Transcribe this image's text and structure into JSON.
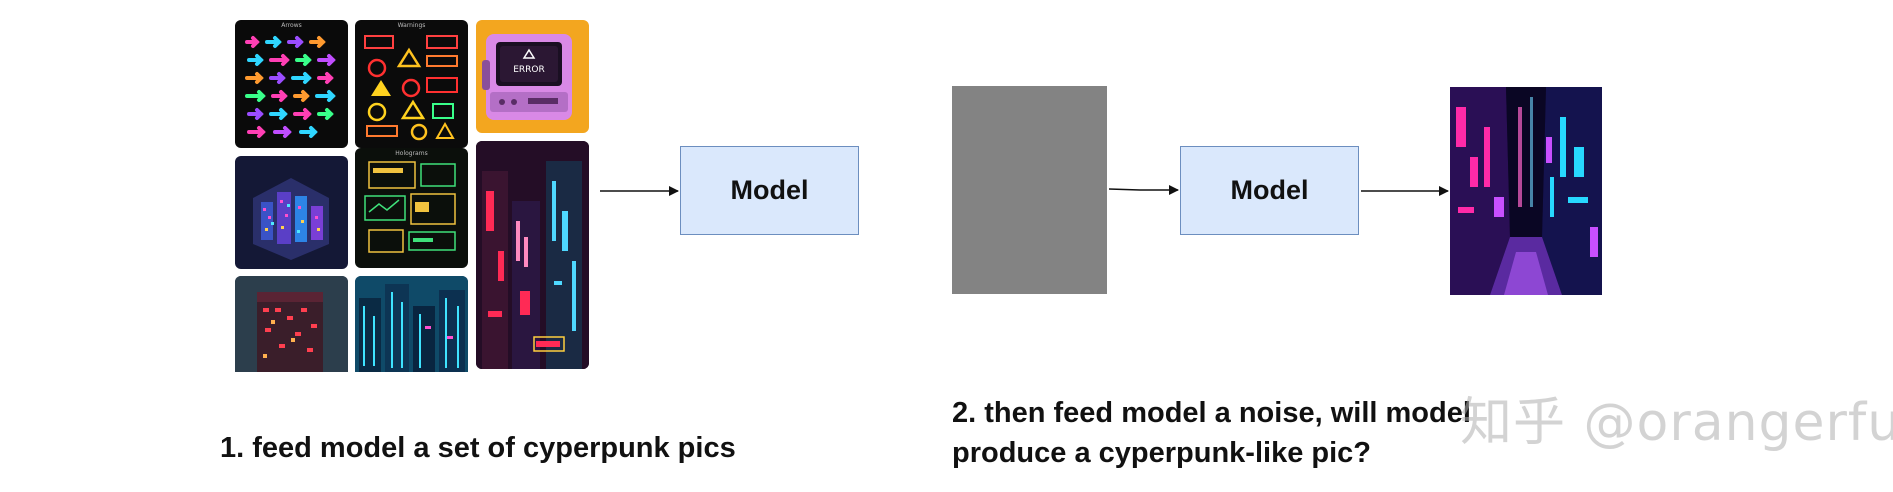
{
  "tiles": {
    "arrows_title": "Arrows",
    "warnings_title": "Warnings",
    "holograms_title": "Holograms",
    "monitor_screen_text": "ERROR"
  },
  "boxes": {
    "model_left": "Model",
    "model_right": "Model"
  },
  "captions": {
    "step1": "1. feed model a set of cyperpunk pics",
    "step2_line1": "2. then feed model a noise, will model",
    "step2_line2": "produce a cyperpunk-like pic?"
  },
  "watermark": "知乎 @orangerfun",
  "colors": {
    "box_fill": "#dae8fc",
    "box_border": "#6c8ebf",
    "noise_gray": "#838383",
    "neon_pink": "#ff2aa8",
    "neon_cyan": "#27d8ff",
    "neon_purple": "#7a2cff"
  }
}
